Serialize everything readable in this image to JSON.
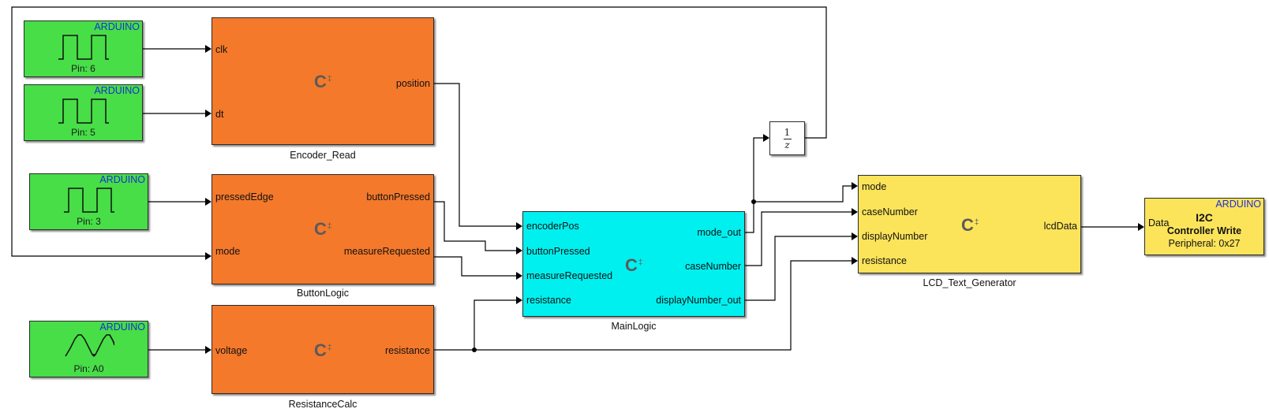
{
  "diagram": {
    "type": "simulink-model",
    "brand_label": "ARDUINO",
    "colors": {
      "source_block": "#47de47",
      "matlab_function_orange": "#f4792b",
      "main_logic": "#00f0f0",
      "lcd_block": "#fce45a",
      "brand_text": "#1b2fd6",
      "wire": "#000000"
    }
  },
  "sources": [
    {
      "id": "pin6",
      "kind": "digital-input",
      "brand": "ARDUINO",
      "icon": "square-wave-icon",
      "label": "Pin: 6"
    },
    {
      "id": "pin5",
      "kind": "digital-input",
      "brand": "ARDUINO",
      "icon": "square-wave-icon",
      "label": "Pin: 5"
    },
    {
      "id": "pin3",
      "kind": "digital-input",
      "brand": "ARDUINO",
      "icon": "square-wave-icon",
      "label": "Pin: 3"
    },
    {
      "id": "pinA0",
      "kind": "analog-input",
      "brand": "ARDUINO",
      "icon": "analog-wave-icon",
      "label": "Pin: A0"
    }
  ],
  "blocks": {
    "encoder_read": {
      "name": "Encoder_Read",
      "inputs": [
        "clk",
        "dt"
      ],
      "outputs": [
        "position"
      ],
      "icon": "C++"
    },
    "button_logic": {
      "name": "ButtonLogic",
      "inputs": [
        "pressedEdge",
        "mode"
      ],
      "outputs": [
        "buttonPressed",
        "measureRequested"
      ],
      "icon": "C++"
    },
    "resistance_calc": {
      "name": "ResistanceCalc",
      "inputs": [
        "voltage"
      ],
      "outputs": [
        "resistance"
      ],
      "icon": "C++"
    },
    "main_logic": {
      "name": "MainLogic",
      "inputs": [
        "encoderPos",
        "buttonPressed",
        "measureRequested",
        "resistance"
      ],
      "outputs": [
        "mode_out",
        "caseNumber",
        "displayNumber_out"
      ],
      "icon": "C++"
    },
    "unit_delay": {
      "numerator": "1",
      "denominator": "z"
    },
    "lcd_text_generator": {
      "name": "LCD_Text_Generator",
      "inputs": [
        "mode",
        "caseNumber",
        "displayNumber",
        "resistance"
      ],
      "outputs": [
        "lcdData"
      ],
      "icon": "C++"
    },
    "i2c_write": {
      "brand": "ARDUINO",
      "input": "Data",
      "title": "I2C",
      "subtitle": "Controller Write",
      "peripheral": "Peripheral: 0x27"
    }
  },
  "connections": [
    {
      "from": "Pin: 6",
      "to": "Encoder_Read.clk"
    },
    {
      "from": "Pin: 5",
      "to": "Encoder_Read.dt"
    },
    {
      "from": "Pin: 3",
      "to": "ButtonLogic.pressedEdge"
    },
    {
      "from": "Pin: A0",
      "to": "ResistanceCalc.voltage"
    },
    {
      "from": "Encoder_Read.position",
      "to": "MainLogic.encoderPos"
    },
    {
      "from": "ButtonLogic.buttonPressed",
      "to": "MainLogic.buttonPressed"
    },
    {
      "from": "ButtonLogic.measureRequested",
      "to": "MainLogic.measureRequested"
    },
    {
      "from": "ResistanceCalc.resistance",
      "to": "MainLogic.resistance"
    },
    {
      "from": "ResistanceCalc.resistance",
      "to": "LCD_Text_Generator.resistance"
    },
    {
      "from": "MainLogic.mode_out",
      "to": "LCD_Text_Generator.mode"
    },
    {
      "from": "MainLogic.mode_out",
      "to": "UnitDelay"
    },
    {
      "from": "UnitDelay",
      "to": "ButtonLogic.mode"
    },
    {
      "from": "MainLogic.caseNumber",
      "to": "LCD_Text_Generator.caseNumber"
    },
    {
      "from": "MainLogic.displayNumber_out",
      "to": "LCD_Text_Generator.displayNumber"
    },
    {
      "from": "LCD_Text_Generator.lcdData",
      "to": "I2C.Data"
    }
  ]
}
